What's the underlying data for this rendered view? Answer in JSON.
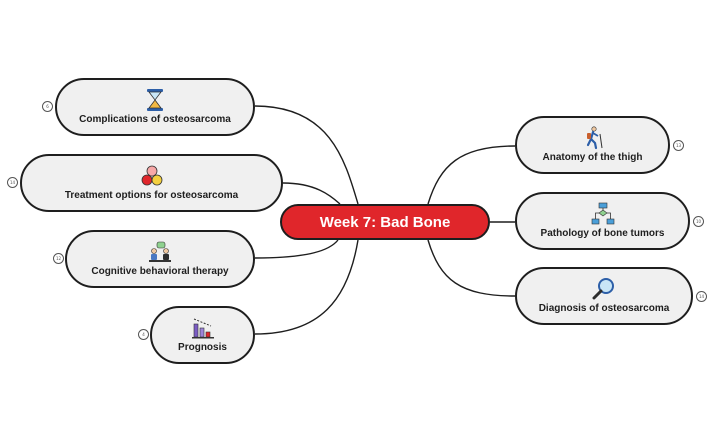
{
  "central": {
    "label": "Week 7: Bad Bone",
    "color": "#e0262b"
  },
  "left_nodes": [
    {
      "label": "Complications of osteosarcoma",
      "icon": "hourglass-icon",
      "badge": "6"
    },
    {
      "label": "Treatment options for osteosarcoma",
      "icon": "pills-icon",
      "badge": "14"
    },
    {
      "label": "Cognitive behavioral therapy",
      "icon": "therapy-conversation-icon",
      "badge": "12"
    },
    {
      "label": "Prognosis",
      "icon": "declining-chart-icon",
      "badge": "4"
    }
  ],
  "right_nodes": [
    {
      "label": "Anatomy of the thigh",
      "icon": "hiker-icon",
      "badge": "13"
    },
    {
      "label": "Pathology of bone tumors",
      "icon": "flowchart-icon",
      "badge": "10"
    },
    {
      "label": "Diagnosis of osteosarcoma",
      "icon": "magnifier-icon",
      "badge": "14"
    }
  ]
}
